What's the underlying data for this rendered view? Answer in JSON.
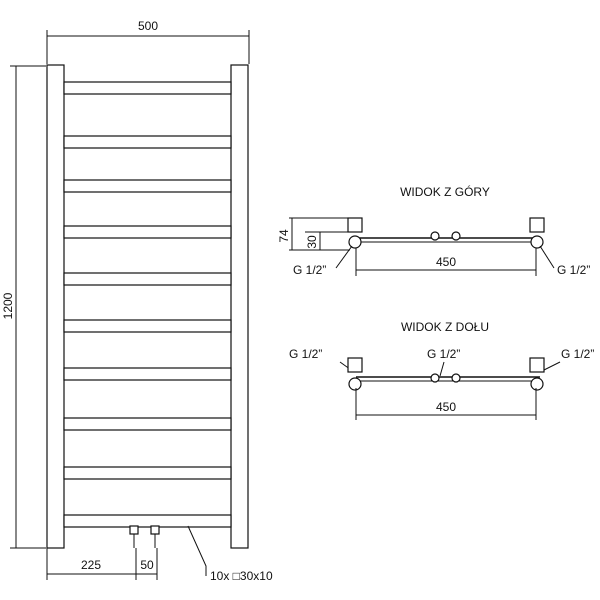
{
  "front": {
    "width_label": "500",
    "height_label": "1200",
    "dim_225": "225",
    "dim_50": "50",
    "bars_label": "10x □30x10"
  },
  "top_view": {
    "title": "WIDOK Z GÓRY",
    "dim_74": "74",
    "dim_30": "30",
    "left_conn": "G 1/2”",
    "right_conn": "G 1/2”",
    "width": "450"
  },
  "bottom_view": {
    "title": "WIDOK Z DOŁU",
    "left_conn": "G 1/2”",
    "center_conn": "G 1/2”",
    "right_conn": "G 1/2”",
    "width": "450"
  }
}
